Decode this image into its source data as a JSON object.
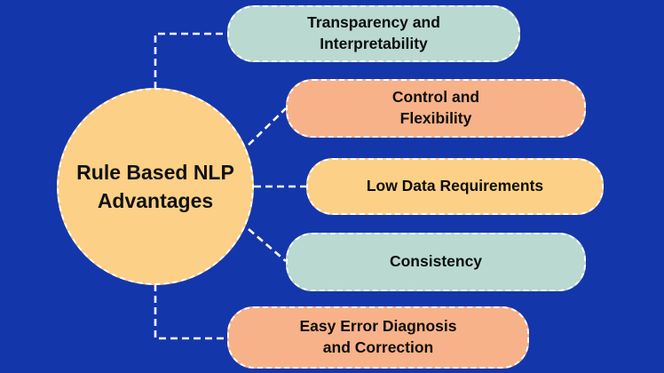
{
  "canvas": {
    "background_color": "#1436ab",
    "connector_color": "#ffffff"
  },
  "center": {
    "label": "Rule Based NLP\nAdvantages",
    "fill": "#fcd086"
  },
  "boxes": [
    {
      "label": "Transparency and\nInterpretability",
      "fill": "#b9d9d1"
    },
    {
      "label": "Control and\nFlexibility",
      "fill": "#f7b289"
    },
    {
      "label": "Low Data Requirements",
      "fill": "#fcd086"
    },
    {
      "label": "Consistency",
      "fill": "#b9d9d1"
    },
    {
      "label": "Easy Error Diagnosis\nand Correction",
      "fill": "#f7b289"
    }
  ]
}
